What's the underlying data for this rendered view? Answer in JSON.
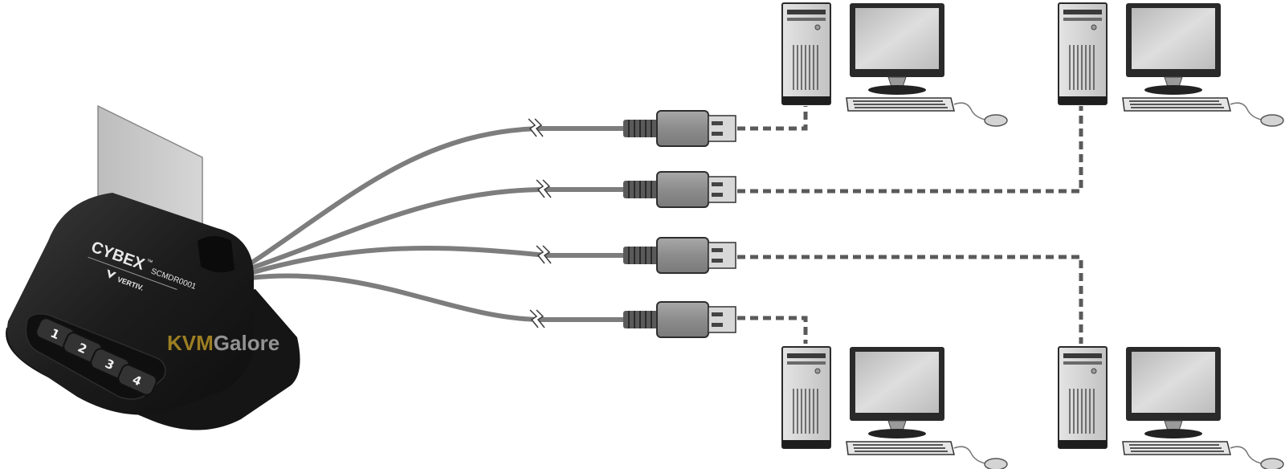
{
  "device": {
    "brand": "CYBEX",
    "trademark": "™",
    "model": "SCMDR0001",
    "maker": "VERTIV.",
    "keys": [
      "1",
      "2",
      "3",
      "4"
    ]
  },
  "watermark": {
    "part1": "KVM",
    "part2": "Galore"
  },
  "colors": {
    "device_body": "#1f1f1f",
    "card": "#c8c8c8",
    "cable": "#8a8a8a",
    "connector": "#9a9a9a",
    "dashed_link": "#5a5a5a",
    "computer_case": "#d8d8d8",
    "monitor_screen": "#c4c4c4",
    "watermark_kvm": "#c9a227",
    "watermark_galore": "#c0c0c0"
  },
  "icons": {
    "device": "smart-card-reader-icon",
    "connector": "usb-connector-icon",
    "computer": "desktop-computer-icon"
  }
}
